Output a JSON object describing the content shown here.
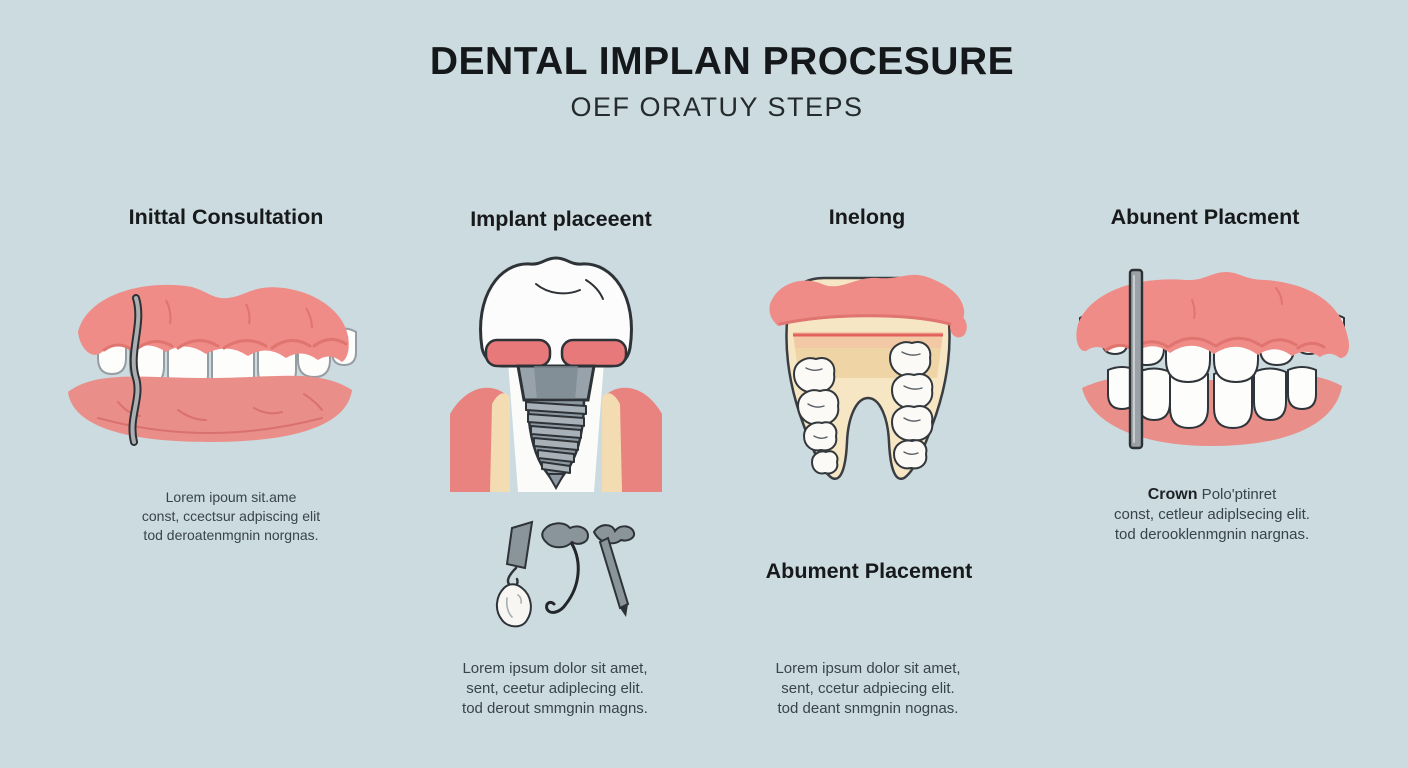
{
  "header": {
    "title": "DENTAL IMPLAN PROCESURE",
    "subtitle": "OEF ORATUY STEPS"
  },
  "columns": [
    {
      "heading": "Inittal Consultation",
      "illustration": "gums-and-teeth-with-periodontal-probe",
      "body": [
        "Lorem ipoum sit.ame",
        "const, ccectsur adpiscing elit",
        "tod deroatenmgnin norgnas."
      ]
    },
    {
      "heading": "Implant placeeent",
      "illustration": "implant-screw-with-crown-in-gum",
      "illustration2": "dental-tools",
      "body": [
        "Lorem ipsum dolor sit amet,",
        "sent, ceetur adiplecing elit.",
        "tod derout smmgnin magns."
      ]
    },
    {
      "heading": "Inelong",
      "illustration": "tooth-cross-section-with-roots",
      "subheading": "Abument Placement",
      "body": [
        "Lorem ipsum dolor sit amet,",
        "sent, ccetur adpiecing elit.",
        "tod deant snmgnin nognas."
      ]
    },
    {
      "heading": "Abunent Placment",
      "illustration": "full-mouth-teeth-with-straight-probe",
      "lead_bold": "Crown",
      "lead_rest": " Polo'ptinret",
      "body": [
        "const, cetleur adiplsecing elit.",
        "tod derooklenmgnin nargnas."
      ]
    }
  ],
  "colors": {
    "background": "#CBDBDF",
    "gum_pink": "#EF8C87",
    "gum_shadow": "#E0746F",
    "lower_lip_pink": "#EA8E89",
    "cuff_pink": "#E8797B",
    "tooth_white": "#FDFDFC",
    "outline_dark": "#2E3338",
    "implant_gray": "#8D99A2",
    "implant_gray_light": "#A8B1B8",
    "bone_beige": "#F3DCB2",
    "dentin_beige": "#F7E6C3",
    "dentin_band": "#EFD4A6",
    "gumline_red": "#E2625E",
    "probe_gray": "#9AA1A7",
    "title_text": "#15181A",
    "body_text": "#39434B"
  }
}
